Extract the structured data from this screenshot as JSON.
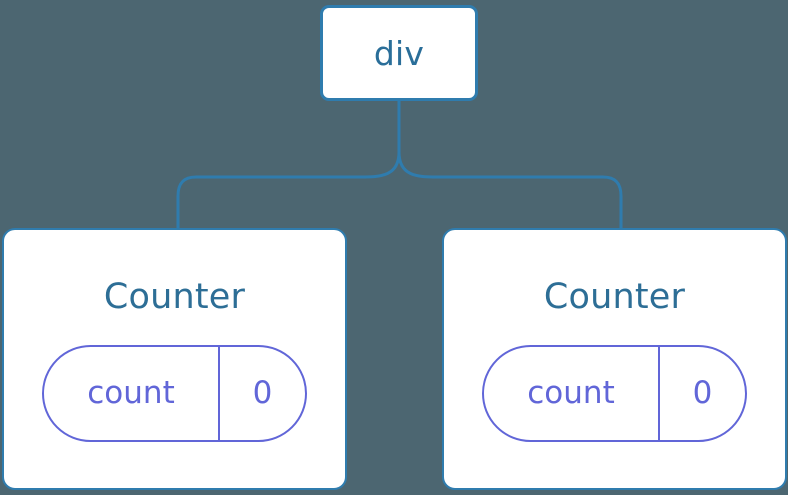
{
  "diagram": {
    "type": "component-tree",
    "background_color": "#4c6671",
    "node_border_color": "#2f7cae",
    "node_text_color": "#2a6e99",
    "state_accent_color": "#6166d8",
    "connector_color": "#2f7cae",
    "root": {
      "label": "div",
      "name": "root-node-div"
    },
    "children": [
      {
        "title": "Counter",
        "state": {
          "key": "count",
          "value": "0"
        }
      },
      {
        "title": "Counter",
        "state": {
          "key": "count",
          "value": "0"
        }
      }
    ]
  }
}
